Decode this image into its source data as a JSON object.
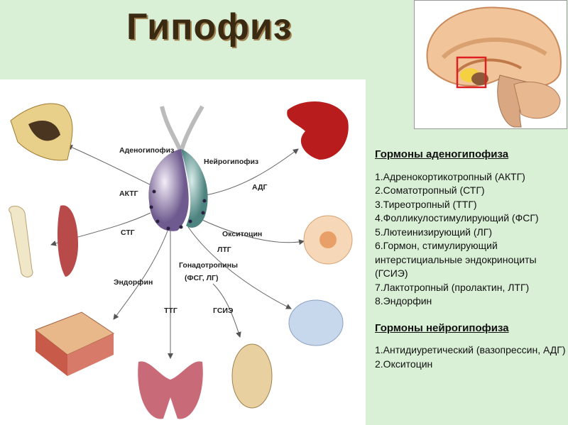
{
  "title": "Гипофиз",
  "diagram": {
    "labels": {
      "adenohypophysis": "Аденогипофиз",
      "neurohypophysis": "Нейрогипофиз",
      "actg": "АКТГ",
      "adg": "АДГ",
      "stg": "СТГ",
      "oxytocin": "Окситоцин",
      "ltg": "ЛТГ",
      "gonadotropins": "Гонадотропины",
      "fsg_lg": "(ФСГ, ЛГ)",
      "endorphin": "Эндорфин",
      "ttg": "ТТГ",
      "gsie": "ГСИЭ"
    }
  },
  "adeno": {
    "heading": "Гормоны аденогипофиза",
    "items": [
      "1.Адренокортикотропный (АКТГ)",
      "2.Соматотропный (СТГ)",
      "3.Тиреотропный (ТТГ)",
      "4.Фолликулостимулирующий (ФСГ)",
      "5.Лютеинизирующий (ЛГ)",
      "6.Гормон, стимулирующий интерстициальные эндокриноциты (ГСИЭ)",
      "7.Лактотропный (пролактин, ЛТГ)",
      "8.Эндорфин"
    ]
  },
  "neuro": {
    "heading": "Гормоны нейрогипофиза",
    "items": [
      "1.Антидиуретический (вазопрессин, АДГ)",
      "2.Окситоцин"
    ]
  },
  "colors": {
    "background": "#d9efd6",
    "title": "#3a2a12",
    "highlight": "#e02020"
  }
}
